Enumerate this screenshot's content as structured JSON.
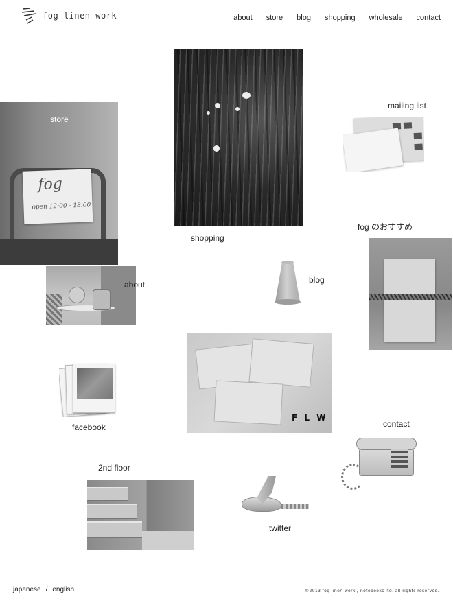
{
  "header": {
    "logo_text": "fog linen work"
  },
  "nav": {
    "items": [
      "about",
      "store",
      "blog",
      "shopping",
      "wholesale",
      "contact"
    ]
  },
  "store": {
    "label": "store",
    "card_title": "fog",
    "card_hours": "open 12:00 - 18:00"
  },
  "shopping": {
    "label": "shopping"
  },
  "mailing": {
    "label": "mailing list"
  },
  "recommend": {
    "label": "fog のおすすめ"
  },
  "about": {
    "label": "about"
  },
  "blog": {
    "label": "blog"
  },
  "flw": {
    "text": "F L W"
  },
  "facebook": {
    "label": "facebook"
  },
  "contact": {
    "label": "contact"
  },
  "floor2": {
    "label": "2nd floor"
  },
  "twitter": {
    "label": "twitter"
  },
  "footer": {
    "lang_japanese": "japanese",
    "lang_separator": "/",
    "lang_english": "english",
    "copyright": "©2013 fog linen work / notebooks ltd. all rights reserved."
  }
}
